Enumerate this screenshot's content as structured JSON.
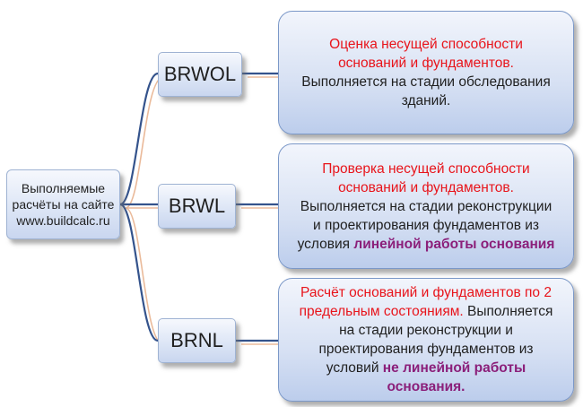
{
  "root": {
    "line1": "Выполняемые",
    "line2": "расчёты на сайте",
    "line3": "www.buildcalc.ru"
  },
  "branches": [
    {
      "label": "BRWOL",
      "red_line1": "Оценка несущей способности",
      "red_line2": "оснований и фундаментов.",
      "text_line1": "Выполняется на стадии обследования",
      "text_line2": "зданий."
    },
    {
      "label": "BRWL",
      "red_line1": "Проверка несущей способности",
      "red_line2": "оснований и фундаментов.",
      "text_line1": "Выполняется на стадии реконструкции",
      "text_line2": "и проектирования фундаментов из",
      "text_line3": "условия ",
      "emph": "линейной работы основания"
    },
    {
      "label": "BRNL",
      "red_line1": "Расчёт оснований и фундаментов по 2",
      "red_line2": "предельным состояниям.",
      "text_line1": " Выполняется",
      "text_line2": "на стадии реконструкции и",
      "text_line3": "проектирования фундаментов из",
      "text_line4": "условий ",
      "emph1": "не линейной работы",
      "emph2": "основания."
    }
  ],
  "colors": {
    "connector": "#34538c",
    "connector_shadow": "#e3a27a",
    "red_text": "#e8141b",
    "purple_text": "#8b1f7a"
  }
}
